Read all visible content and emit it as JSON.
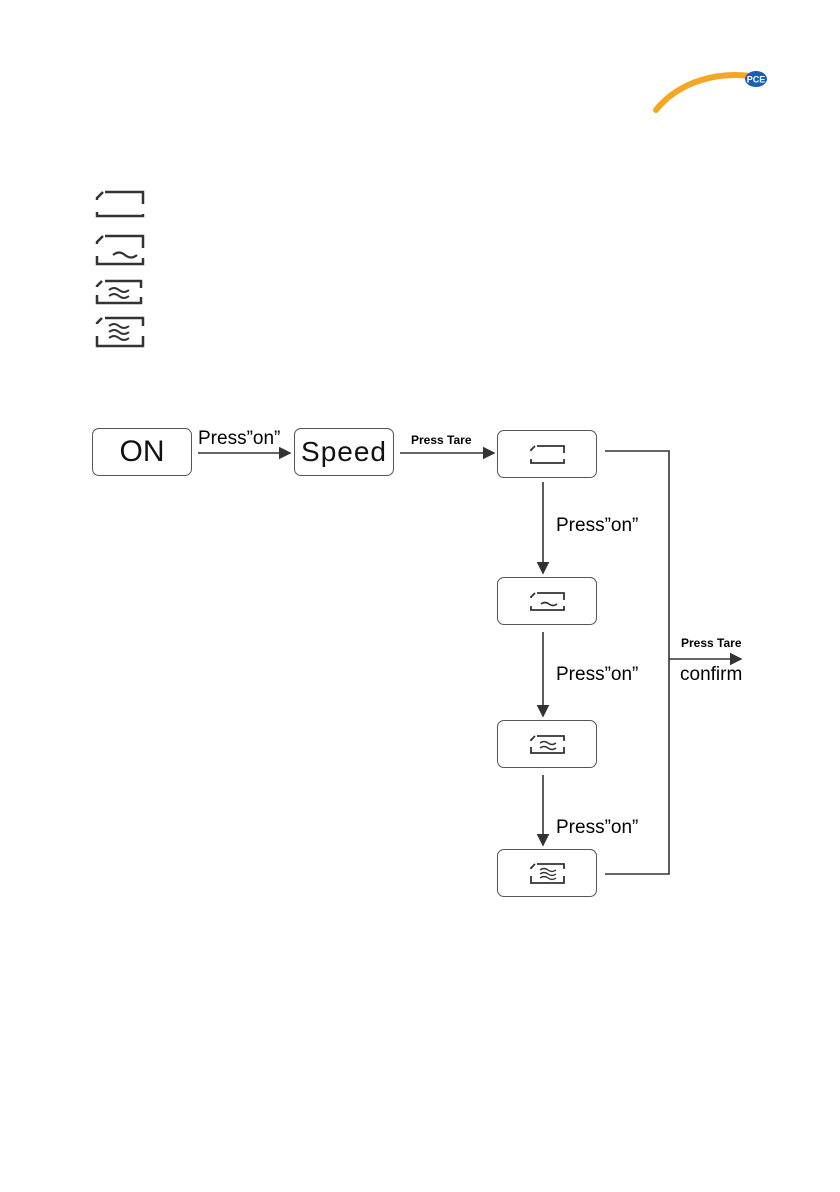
{
  "brand": {
    "logo_text": "PCE",
    "accent_color": "#f5a623",
    "badge_color": "#1a5fb4"
  },
  "legend": {
    "icons": [
      "paper-empty-icon",
      "paper-wave-1-icon",
      "paper-wave-2-icon",
      "paper-wave-3-icon"
    ]
  },
  "flow": {
    "start_label": "ON",
    "speed_label": "Speed",
    "arrow_press_on_top": "Press”on”",
    "arrow_press_tare_top": "Press Tare",
    "press_on_1": "Press”on”",
    "press_on_2": "Press”on”",
    "press_on_3": "Press”on”",
    "confirm_press_tare": "Press Tare",
    "confirm_label": "confirm",
    "mode_icons": [
      "paper-empty-icon",
      "paper-wave-1-icon",
      "paper-wave-2-icon",
      "paper-wave-3-icon"
    ]
  }
}
